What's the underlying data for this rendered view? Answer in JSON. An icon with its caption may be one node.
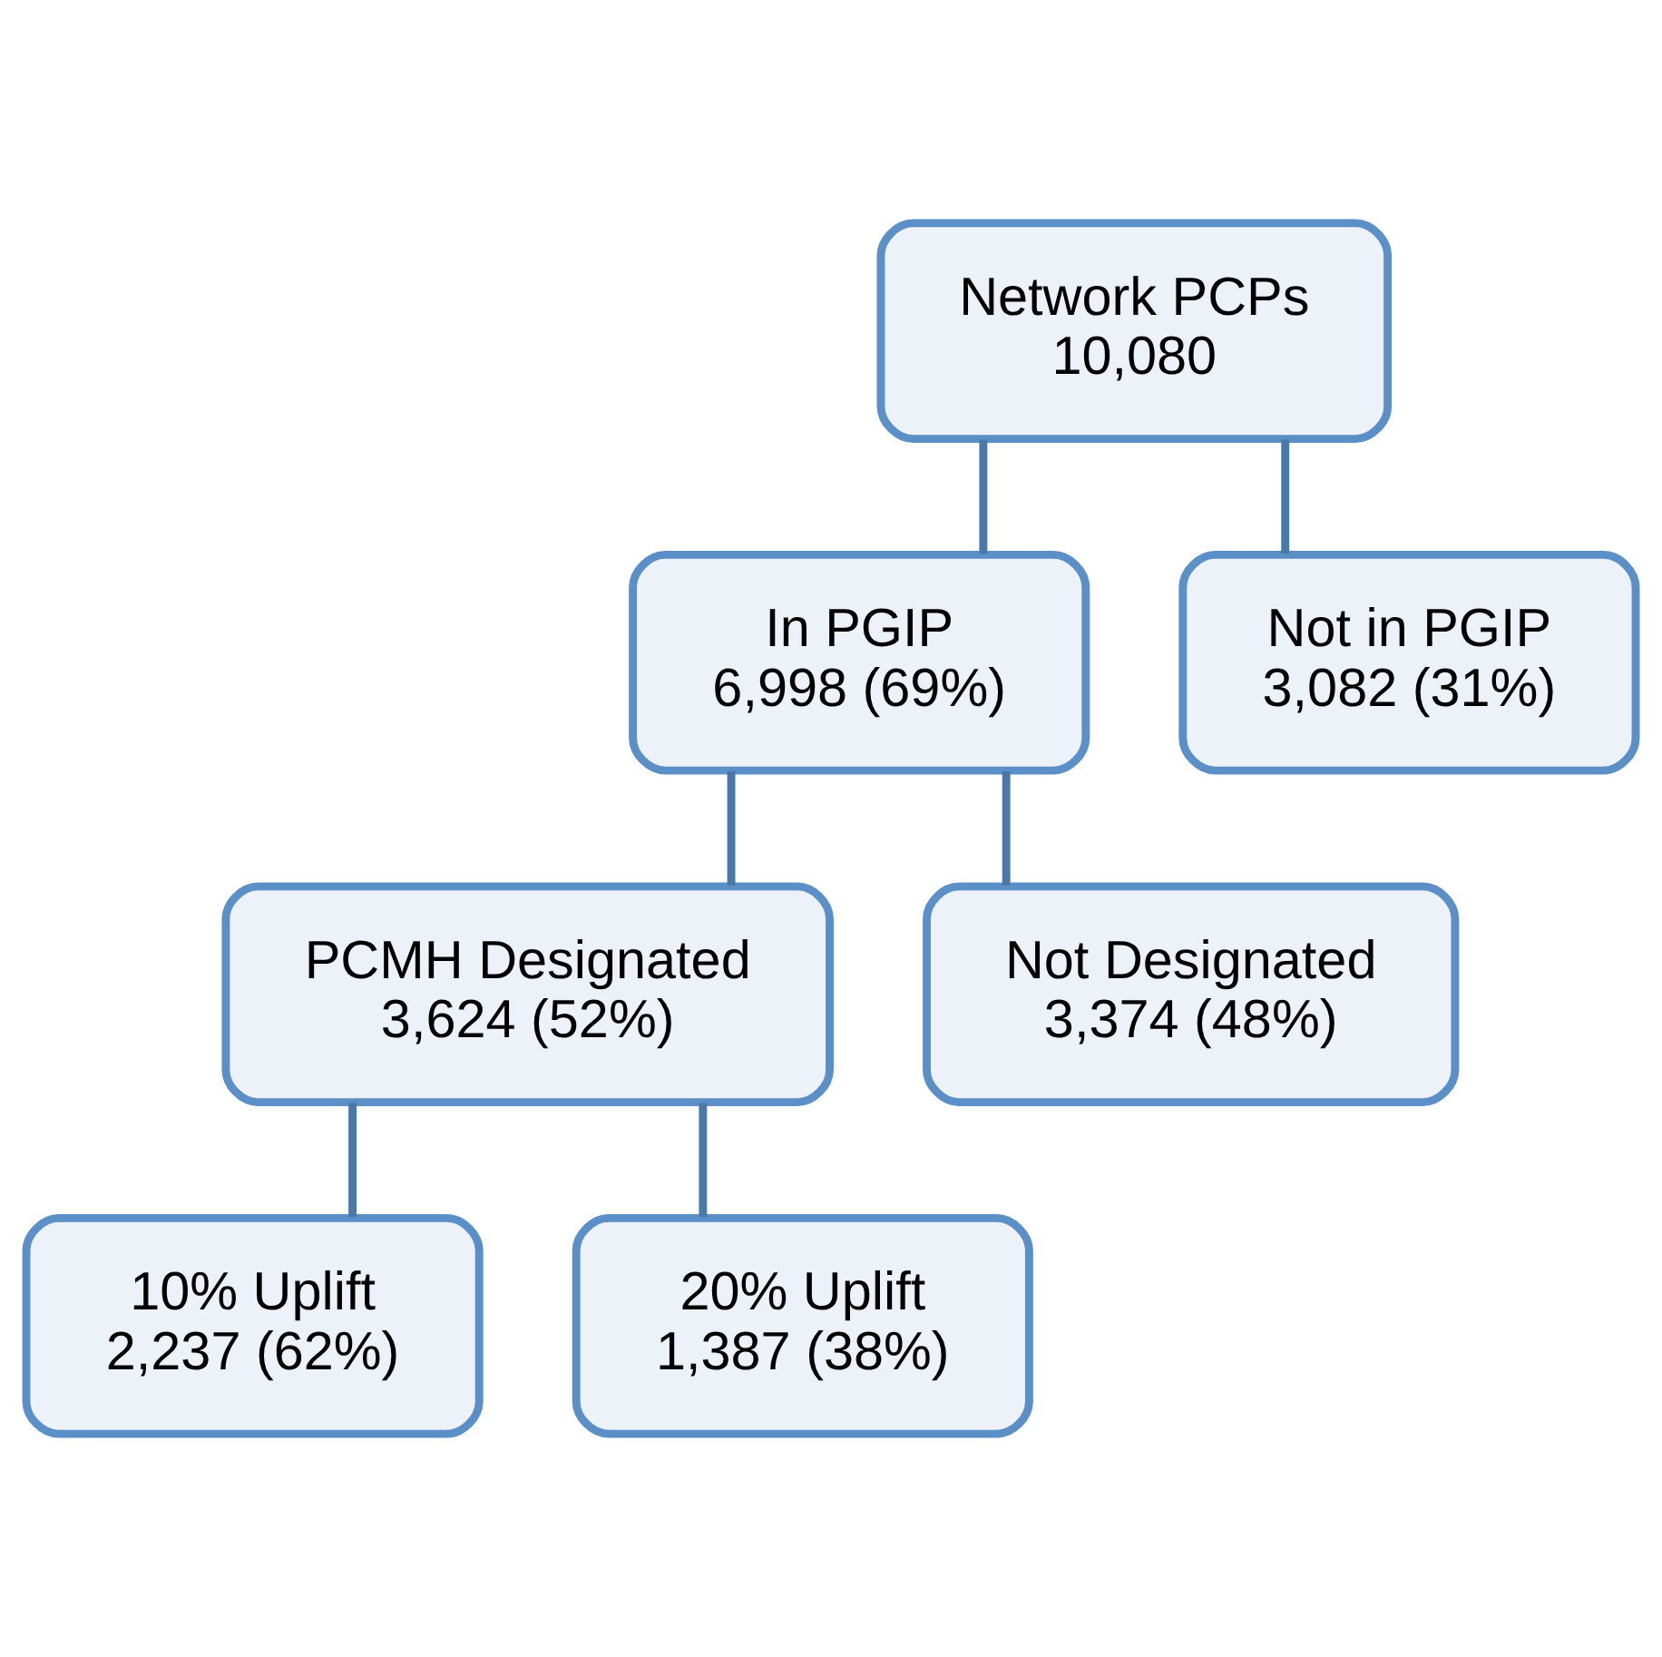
{
  "diagram": {
    "nodes": [
      {
        "text": [
          "Network PCPs",
          "10,080"
        ]
      },
      {
        "text": [
          "In PGIP",
          "6,998 (69%)"
        ]
      },
      {
        "text": [
          "Not in PGIP",
          "3,082 (31%)"
        ]
      },
      {
        "text": [
          "PCMH Designated",
          "3,624 (52%)"
        ]
      },
      {
        "text": [
          "Not Designated",
          "3,374 (48%)"
        ]
      },
      {
        "text": [
          "10% Uplift",
          "2,237 (62%)"
        ]
      },
      {
        "text": [
          "20% Uplift",
          "1,387 (38%)"
        ]
      }
    ],
    "edges": [
      {
        "from": 0,
        "to": 1,
        "arrow": "none"
      },
      {
        "from": 0,
        "to": 2,
        "arrow": "none"
      },
      {
        "from": 1,
        "to": 3,
        "arrow": "none"
      },
      {
        "from": 1,
        "to": 4,
        "arrow": "none"
      },
      {
        "from": 3,
        "to": 5,
        "arrow": "none"
      },
      {
        "from": 3,
        "to": 6,
        "arrow": "none"
      }
    ]
  }
}
